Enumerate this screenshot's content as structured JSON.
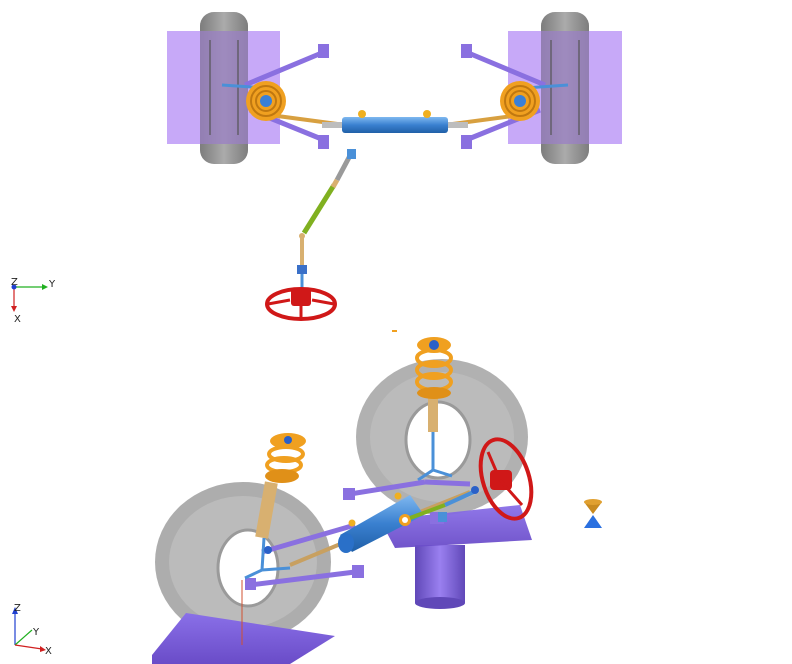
{
  "views": {
    "top": {
      "triad": {
        "z": "Z",
        "y": "Y",
        "x": "X"
      }
    },
    "iso": {
      "triad": {
        "z": "Z",
        "y": "Y",
        "x": "X"
      }
    }
  },
  "colors": {
    "background": "#ffffff",
    "wheel_bounds": "#b48cf5",
    "tire": "#9b9b9b",
    "spring": "#f0a020",
    "damper": "#d8b070",
    "steering_rack": "#4a90d8",
    "steering_wheel": "#d01818",
    "control_arm": "#8a70e0",
    "test_platform": "#7a5cd8",
    "tie_rod": "#c8a060",
    "shaft_green": "#80b020",
    "axis_x": "#d02020",
    "axis_y": "#20b020",
    "axis_z": "#2040d0"
  },
  "icons": [
    "view-triad-icon",
    "view-triad-icon",
    "center-of-mass-icon"
  ]
}
